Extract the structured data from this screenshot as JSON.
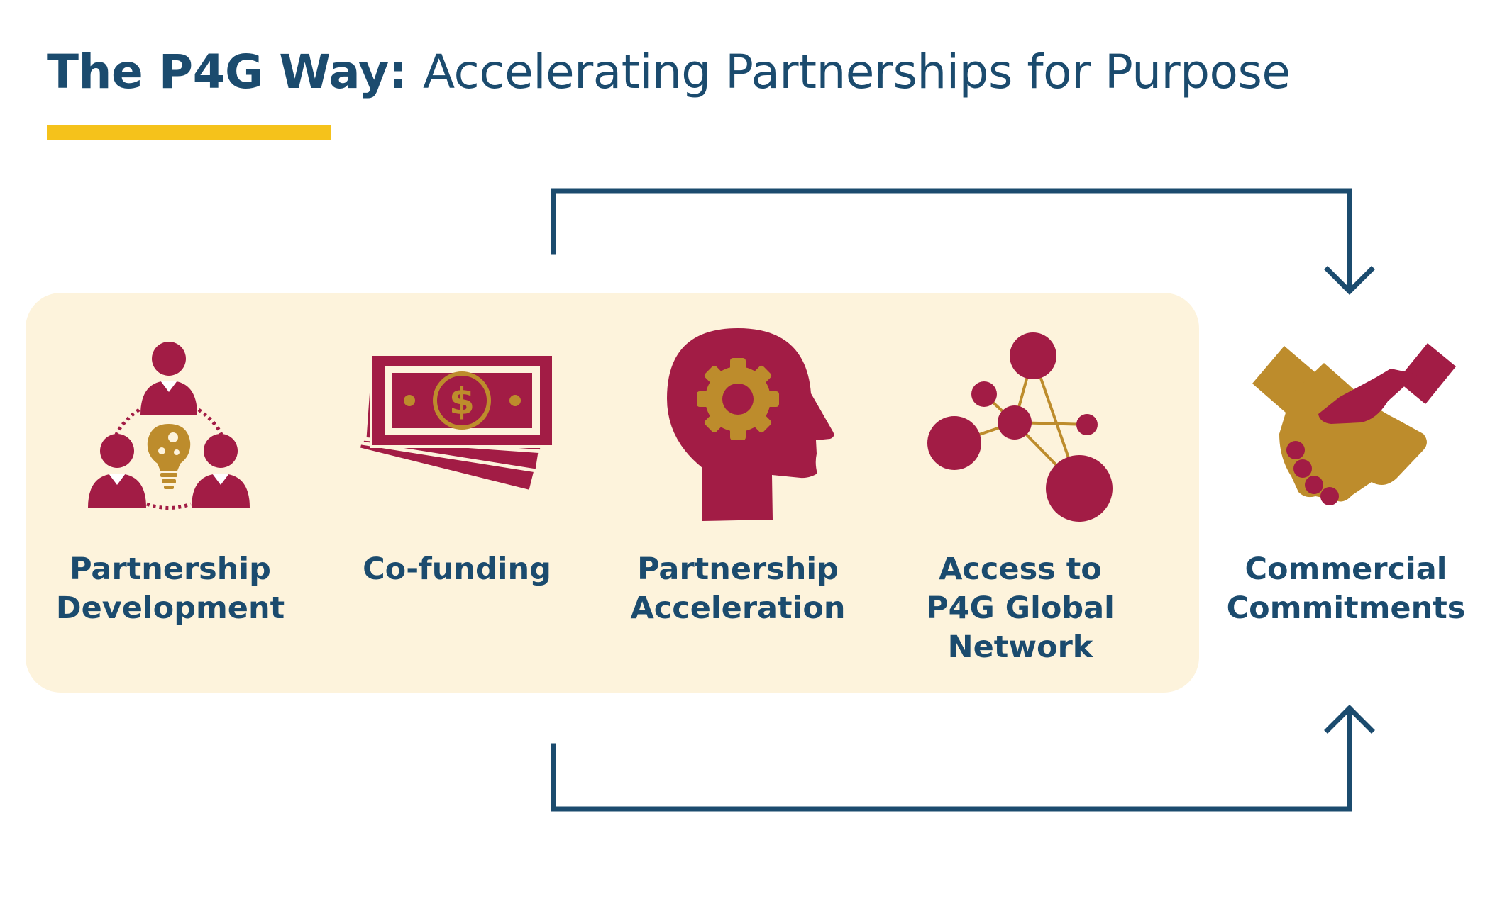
{
  "title": {
    "bold": "The P4G Way:",
    "regular": "Accelerating Partnerships for Purpose"
  },
  "stages": [
    {
      "label": "Partnership\nDevelopment",
      "icon": "people-lightbulb-icon"
    },
    {
      "label": "Co-funding",
      "icon": "money-icon"
    },
    {
      "label": "Partnership\nAcceleration",
      "icon": "head-gear-icon"
    },
    {
      "label": "Access to\nP4G Global\nNetwork",
      "icon": "network-icon"
    }
  ],
  "outcome": {
    "label": "Commercial\nCommitments",
    "icon": "handshake-icon"
  },
  "colors": {
    "navy": "#1b4b6e",
    "crimson": "#a21c45",
    "gold": "#bd8c2c",
    "yellow": "#f5c21b",
    "panel": "#fdf3dc"
  }
}
